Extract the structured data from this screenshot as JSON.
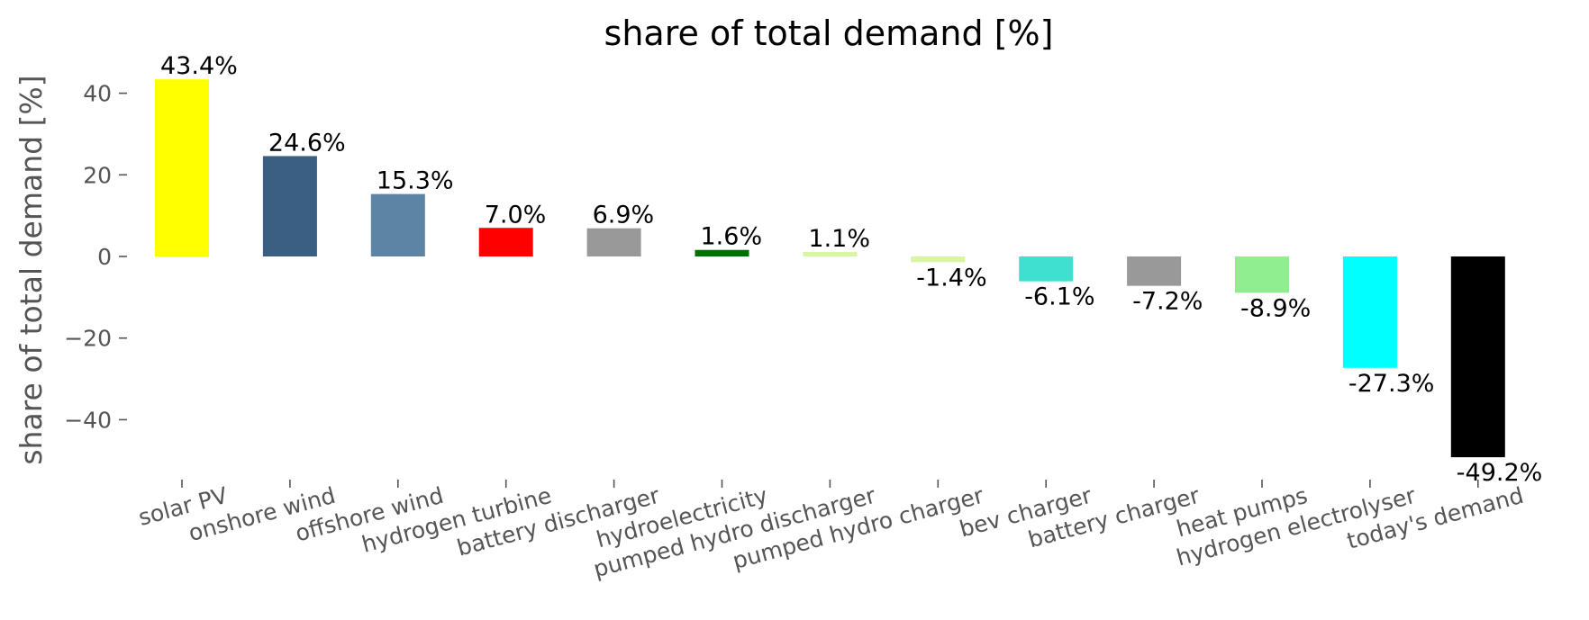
{
  "chart_data": {
    "type": "bar",
    "title": "share of total demand [%]",
    "xlabel": "",
    "ylabel": "share of total demand [%]",
    "ylim": [
      -55,
      45
    ],
    "yticks": [
      -40,
      -20,
      0,
      20,
      40
    ],
    "ytick_labels": [
      "−40",
      "−20",
      "0",
      "20",
      "40"
    ],
    "grid": false,
    "categories": [
      "solar PV",
      "onshore wind",
      "offshore wind",
      "hydrogen turbine",
      "battery discharger",
      "hydroelectricity",
      "pumped hydro discharger",
      "pumped hydro charger",
      "bev charger",
      "battery charger",
      "heat pumps",
      "hydrogen electrolyser",
      "today's demand"
    ],
    "values": [
      43.4,
      24.6,
      15.3,
      7.0,
      6.9,
      1.6,
      1.1,
      -1.4,
      -6.1,
      -7.2,
      -8.9,
      -27.3,
      -49.2
    ],
    "data_labels": [
      "43.4%",
      "24.6%",
      "15.3%",
      "7.0%",
      "6.9%",
      "1.6%",
      "1.1%",
      "-1.4%",
      "-6.1%",
      "-7.2%",
      "-8.9%",
      "-27.3%",
      "-49.2%"
    ],
    "colors": [
      "#ffff00",
      "#3b5f82",
      "#5b84a5",
      "#ff0000",
      "#999999",
      "#006f00",
      "#d7f5a3",
      "#d7f5a3",
      "#40e0d0",
      "#999999",
      "#90ee90",
      "#00ffff",
      "#000000"
    ]
  }
}
